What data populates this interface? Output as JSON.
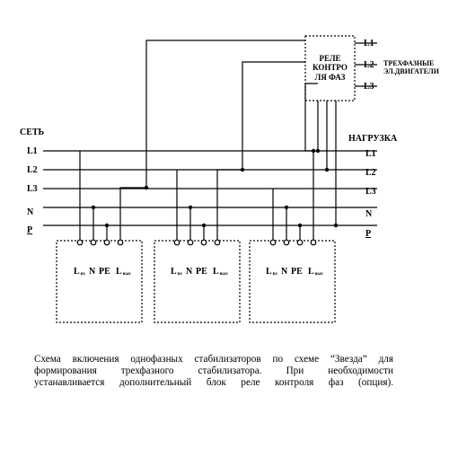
{
  "labels": {
    "source": "СЕТЬ",
    "load": "НАГРУЗКА",
    "lines_left": [
      "L1",
      "L2",
      "L3",
      "N",
      "P"
    ],
    "lines_right": [
      "L1",
      "L2",
      "L3",
      "N",
      "P"
    ]
  },
  "relay": {
    "lines": [
      "РЕЛЕ",
      "КОНТРО",
      "ЛЯ ФАЗ"
    ],
    "outputs": [
      "L1",
      "L2",
      "L3"
    ]
  },
  "motors": {
    "lines": [
      "ТРЕХФАЗНЫЕ",
      "ЭЛ.ДВИГАТЕЛИ"
    ]
  },
  "stabilizer_terminals": [
    {
      "main": "L",
      "sub": "вх"
    },
    {
      "main": "N",
      "sub": ""
    },
    {
      "main": "PE",
      "sub": ""
    },
    {
      "main": "L",
      "sub": "вых"
    }
  ],
  "caption": [
    "Схема включения однофазных стабилизаторов по схеме “Звезда” для",
    "формирования трехфазного стабилизатора. При необходимости",
    "устанавливается дополнительный блок реле контроля фаз (опция)."
  ]
}
